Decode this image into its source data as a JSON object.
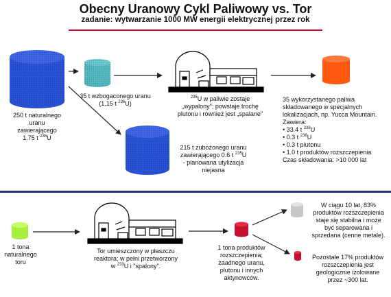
{
  "title": "Obecny Uranowy Cykl Paliwowy vs. Tor",
  "subtitle": "zadanie: wytwarzanie 1000 MW energii elektrycznej przez rok",
  "colors": {
    "accent_red_line": "#c8102e",
    "divider_blue": "#1f2f7a",
    "natural_uranium": "#2a52d6",
    "enriched_uranium": "#55b8c2",
    "depleted_uranium": "#2a52d6",
    "spent_fuel": "#ff5a10",
    "thorium": "#a6ef3c",
    "fission_products": "#c8102e",
    "stable_products": "#c8c8c8"
  },
  "uranium_cycle": {
    "natural_uranium": {
      "line1": "250 t naturalnego",
      "line2": "uranu",
      "line3": "zawierającego",
      "line4_pre": "1.75 t ",
      "line4_sup": "236",
      "line4_post": "U"
    },
    "enriched_uranium": {
      "line1": "35 t wzbogaconego uranu",
      "line2_pre": "(1.15 t ",
      "line2_sup": "236",
      "line2_post": "U)"
    },
    "reactor": {
      "line1_sup": "235",
      "line1_post": "U w paliwie zostaje",
      "line2": "„wypalony\"; powstaje trochę",
      "line3": "plutonu i również jest „spalane\""
    },
    "depleted_uranium": {
      "line1": "215 t zubożonego uranu",
      "line2_pre": "zawierającego 0.6 t ",
      "line2_sup": "235",
      "line2_post": "U",
      "line3": "- planowana utylizacja",
      "line4": "niejasna"
    },
    "spent_fuel": {
      "line1": "35 wykorzystanego paliwa",
      "line2": "składowanego w specjalnych",
      "line3": "lokalizacjach, np. Yucca Mountain.",
      "line4": "Zawiera:",
      "items": [
        {
          "bullet": "•",
          "pre": "33.4 t ",
          "sup": "238",
          "post": "U"
        },
        {
          "bullet": "•",
          "pre": "0.3 t ",
          "sup": "236",
          "post": "U"
        },
        {
          "bullet": "•",
          "pre": "0.3 t plutonu",
          "sup": "",
          "post": ""
        },
        {
          "bullet": "•",
          "pre": "1.0 t produktów rozszczepienia",
          "sup": "",
          "post": ""
        }
      ],
      "storage": "Czas składowania: >10 000 lat"
    }
  },
  "thorium_cycle": {
    "thorium": {
      "line1": "1 tona",
      "line2": "naturalnego",
      "line3": "toru"
    },
    "reactor": {
      "line1": "Tor umieszczony w płaszczu",
      "line2": "reaktora; w pełni przetworzony",
      "line3_pre": "w ",
      "line3_sup": "233",
      "line3_post": "U i \"spalony\"."
    },
    "fission_products": {
      "line1": "1 tona produktów",
      "line2": "rozszczepienia;",
      "line3": "żaadnego uranu,",
      "line4": "plutonu i innych",
      "line5": "aktynowców."
    },
    "stable": {
      "line1": "W ciągu 10 lat, 83%",
      "line2": "produktów rozszczepienia",
      "line3": "staje się stabilna i może",
      "line4": "być separowana i",
      "line5": "sprzedana (cenne metale)."
    },
    "isolated": {
      "line1": "Pozostałe 17% produktów",
      "line2": "rozszczepienia jest",
      "line3": "geologicznie izolowane",
      "line4": "przez ~300 lat."
    }
  }
}
